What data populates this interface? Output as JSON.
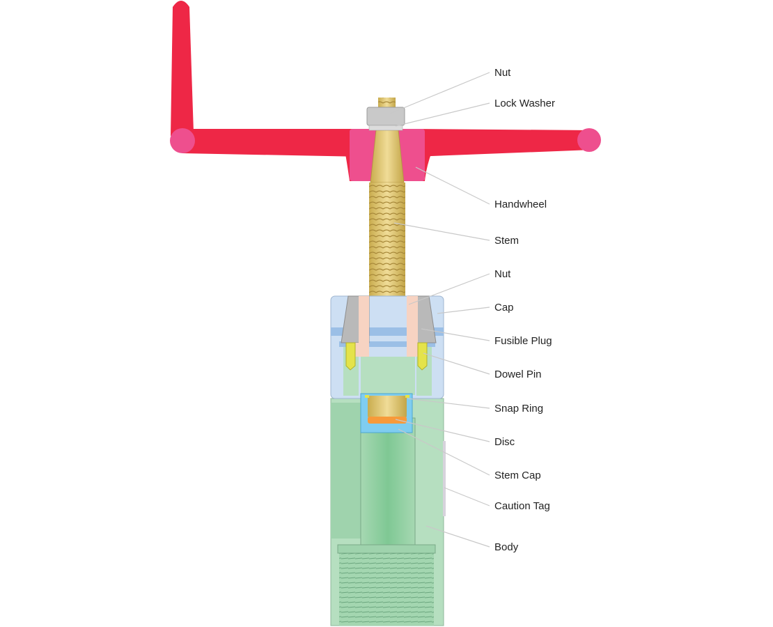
{
  "labels": {
    "nut_top": "Nut",
    "lock_washer": "Lock Washer",
    "handwheel": "Handwheel",
    "stem": "Stem",
    "nut_mid": "Nut",
    "cap": "Cap",
    "fusible_plug": "Fusible Plug",
    "dowel_pin": "Dowel Pin",
    "snap_ring": "Snap Ring",
    "disc": "Disc",
    "stem_cap": "Stem Cap",
    "caution_tag": "Caution Tag",
    "body": "Body"
  },
  "colors": {
    "handwheel": "#ee2746",
    "handwheel_hub": "#ee4f8e",
    "stem": "#d9c06a",
    "nut": "#c9c9c9",
    "cap": "#cddff3",
    "fusible_plug": "#f7d3c2",
    "dowel_pin": "#e4e34a",
    "stem_cap": "#7fcdf0",
    "disc": "#f79a3a",
    "body": "#b6dfc0"
  }
}
